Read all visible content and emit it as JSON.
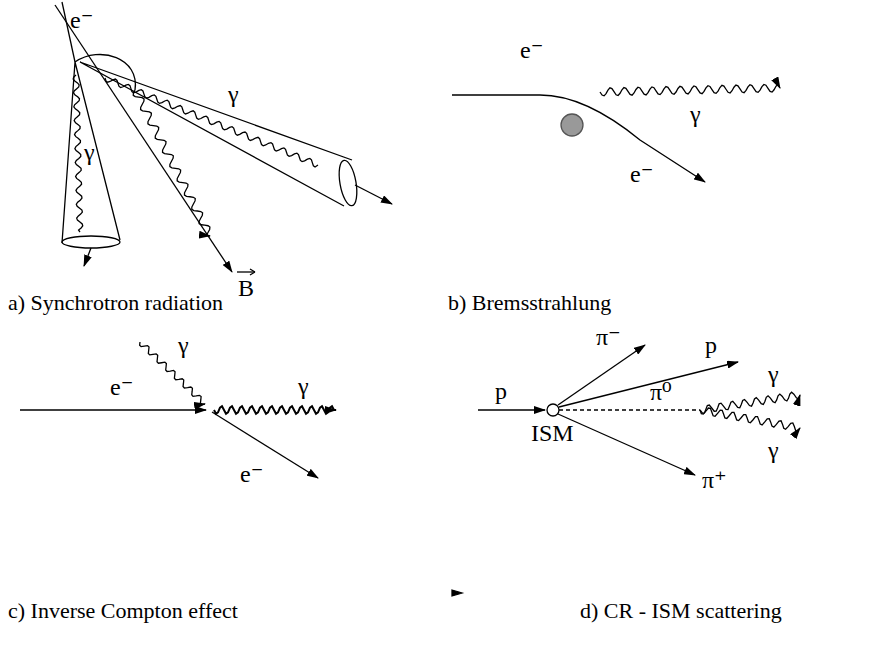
{
  "diagram": {
    "labels": [
      "e⁻",
      "γ",
      "γ",
      "B",
      "a) Synchrotron radiation",
      "e⁻",
      "γ",
      "e⁻",
      "b) Bremsstrahlung",
      "e⁻",
      "γ",
      "γ",
      "e⁻",
      "c) Inverse Compton effect",
      "p",
      "ISM",
      "π⁻",
      "p",
      "π⁰",
      "γ",
      "γ",
      "π⁺",
      "d) CR - ISM scattering"
    ]
  }
}
